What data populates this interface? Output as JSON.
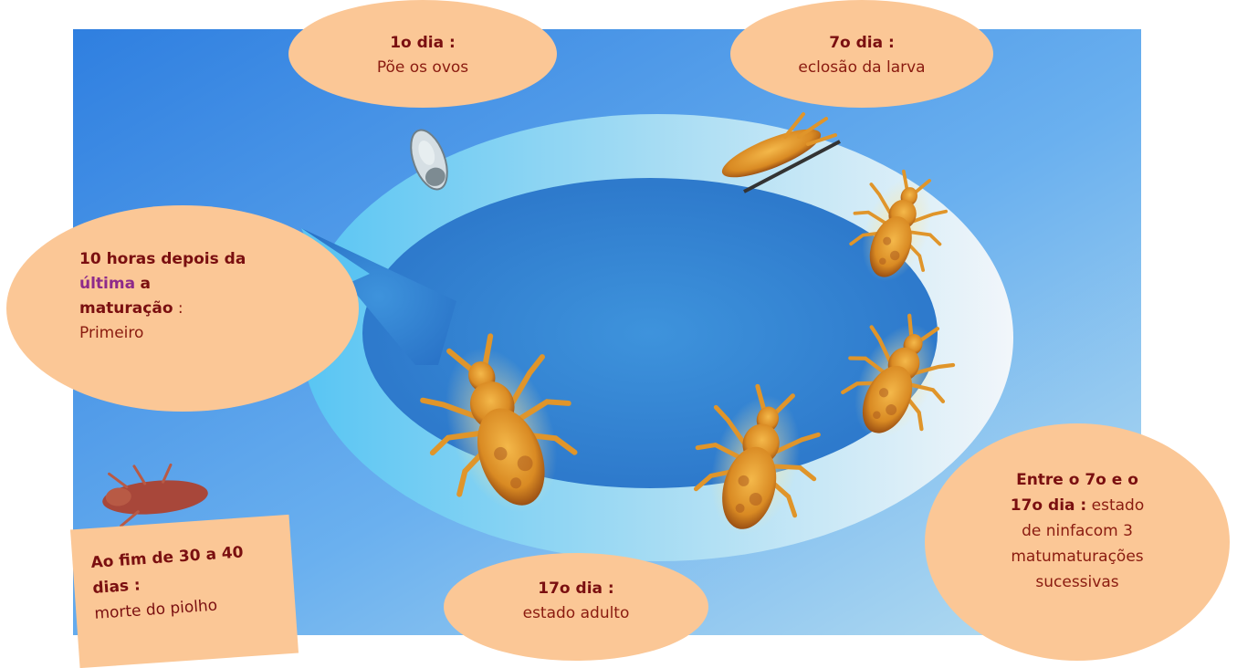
{
  "stages": {
    "day1": {
      "heading": "1o dia :",
      "text": "Põe os ovos"
    },
    "day7": {
      "heading": "7o dia :",
      "text": "eclosão da larva"
    },
    "first_hours": {
      "line1": "10 horas depois da",
      "word_last": "última",
      "word_a": "a",
      "word_maturation": "maturação",
      "colon": " :",
      "line4": "Primeiro"
    },
    "nymph": {
      "line1": "Entre o 7o e o",
      "line2_bold": "17o dia :",
      "line2_rest": " estado",
      "line3": "de ninfacom 3",
      "line4": "matumaturações",
      "line5": "sucessivas"
    },
    "day17": {
      "heading": "17o dia :",
      "text": "estado adulto"
    },
    "death": {
      "heading": "Ao fim de 30 a 40 dias :",
      "text": "morte do piolho"
    }
  },
  "colors": {
    "bubble_fill": "#fbc796",
    "heading_text": "#7a0f10",
    "highlight_word": "#8e2a8a",
    "background_blue": "#3d8fe0",
    "ring": "#cfe6f4",
    "louse_body": "#e89a2a"
  }
}
